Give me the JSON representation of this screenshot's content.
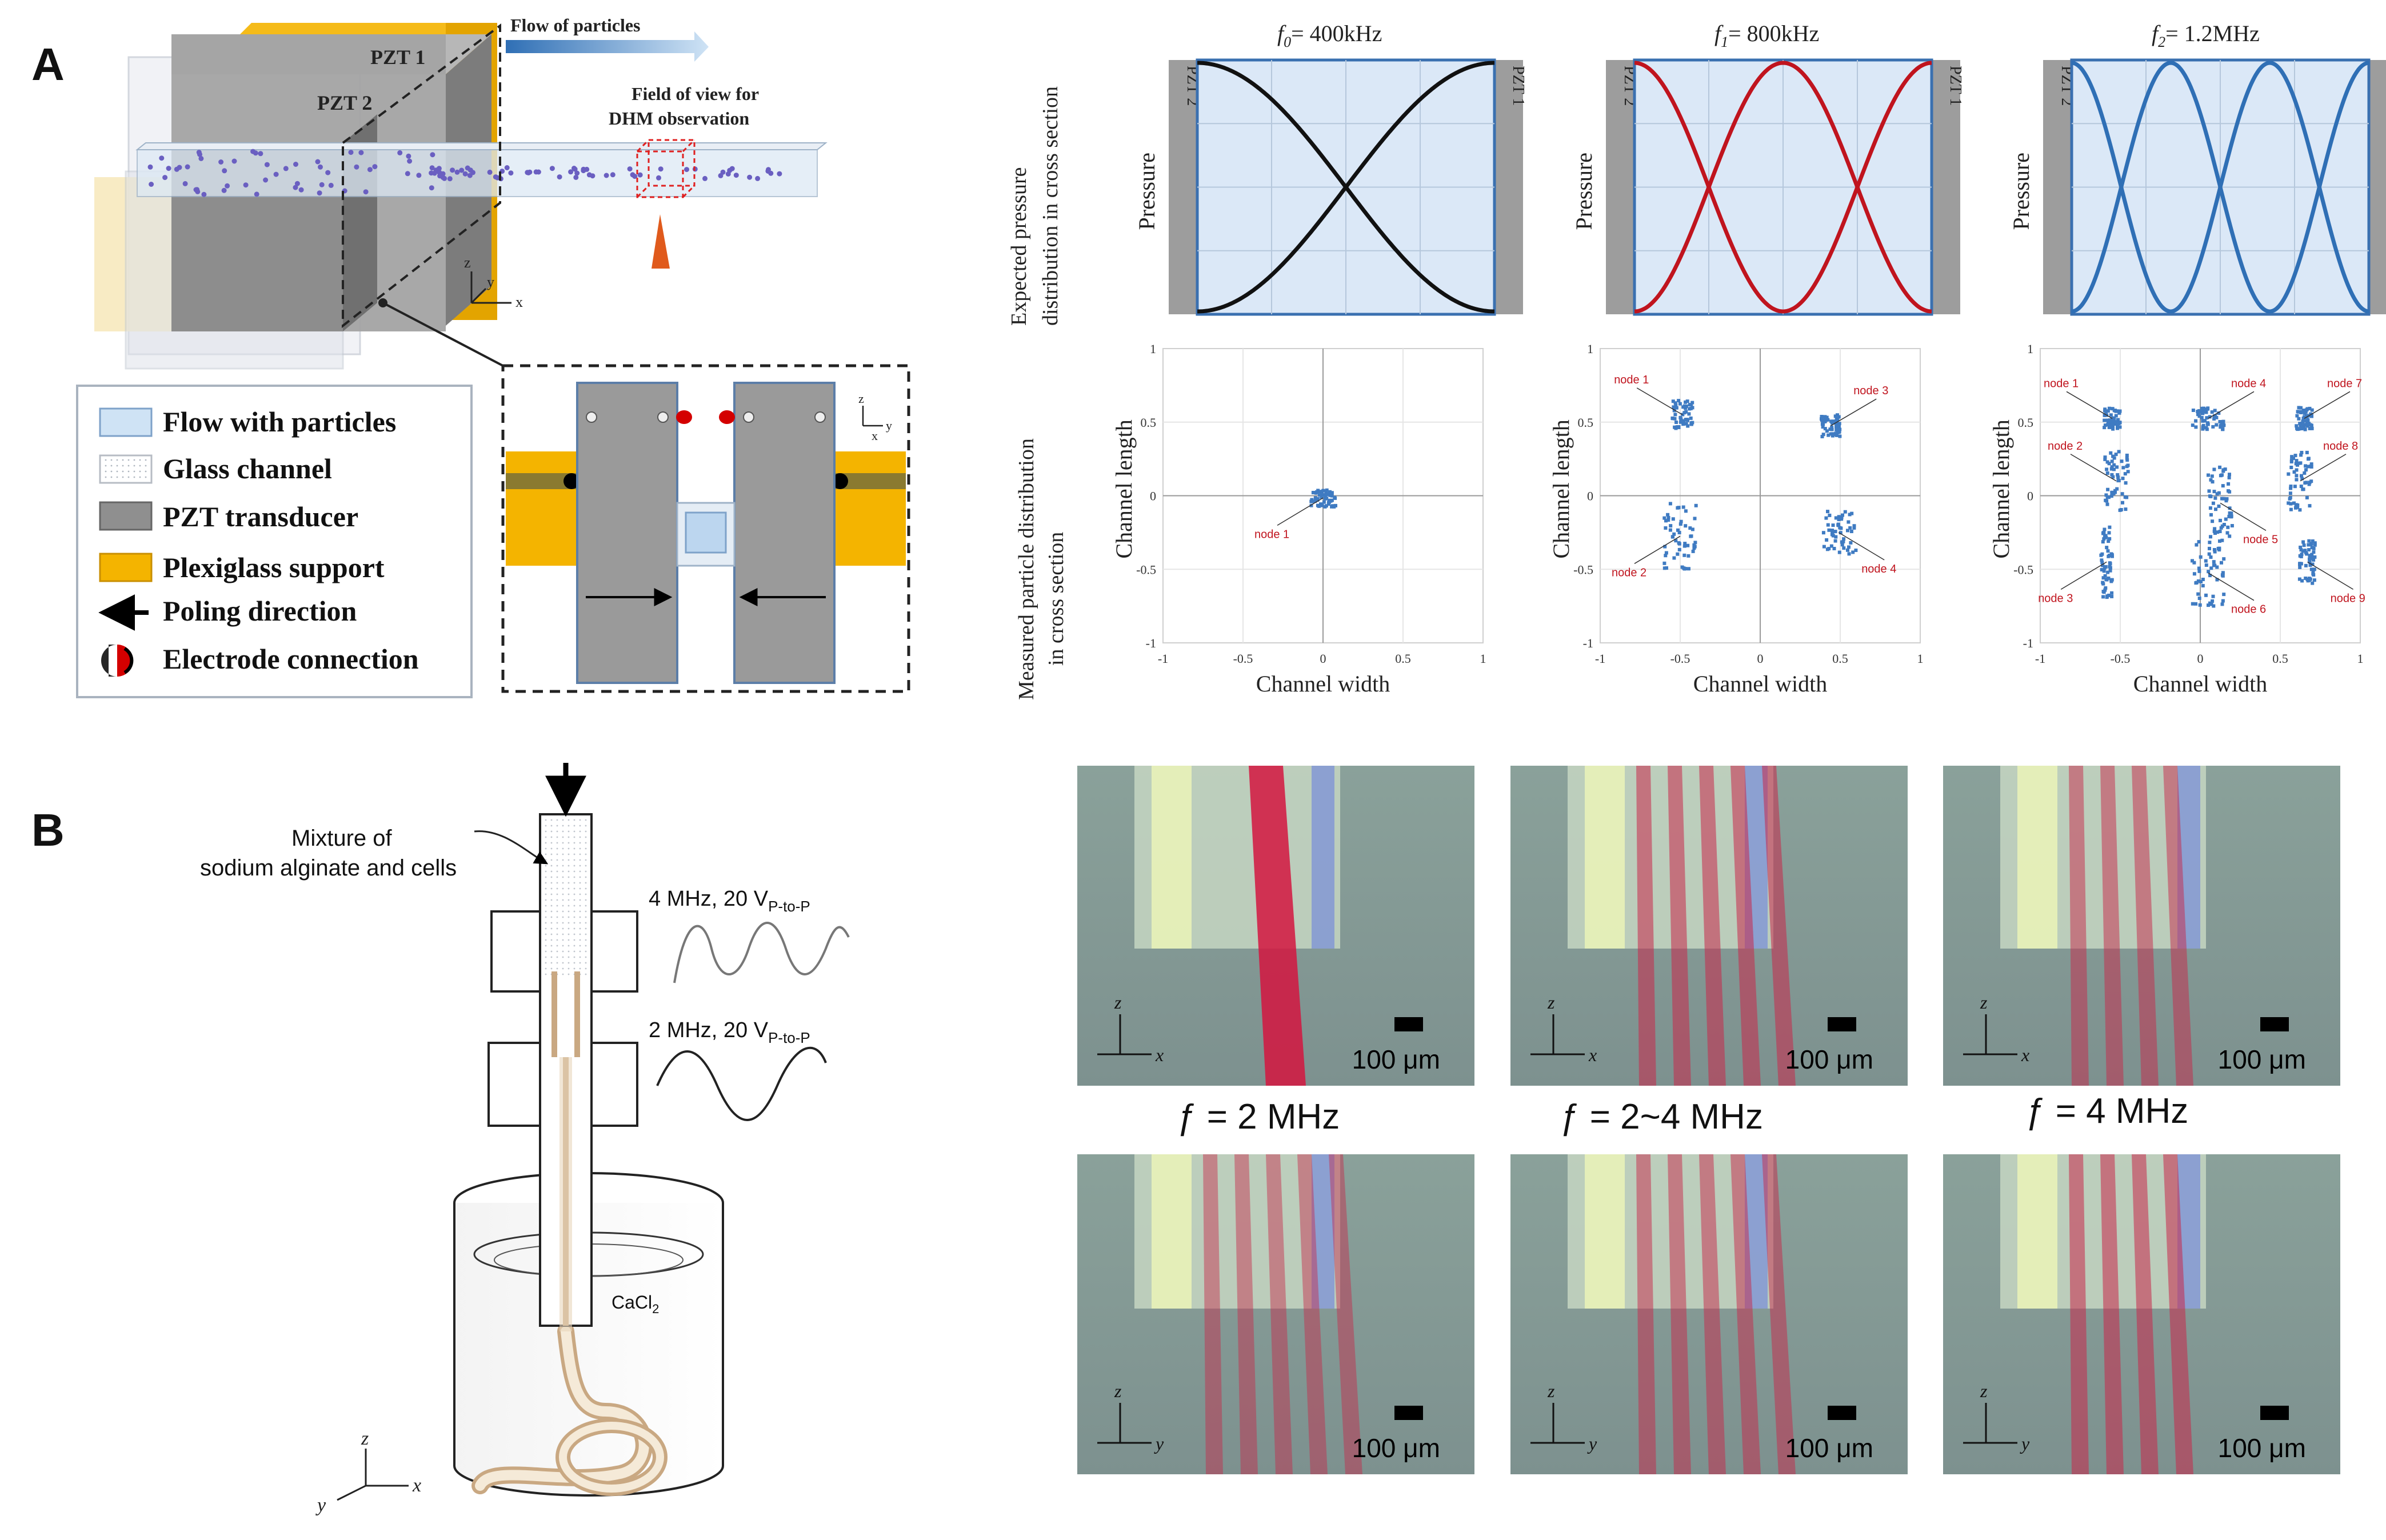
{
  "panel_labels": {
    "a": "A",
    "b": "B"
  },
  "panel_a": {
    "pzt1": "PZT 1",
    "pzt2": "PZT 2",
    "flow_label": "Flow of particles",
    "fov_line1": "Field of view for",
    "fov_line2": "DHM observation",
    "legend": [
      {
        "label": "Flow with particles",
        "color": "#cfe3f5"
      },
      {
        "label": "Glass channel",
        "color": "#f3f5f7"
      },
      {
        "label": "PZT transducer",
        "color": "#8f8f8f"
      },
      {
        "label": "Plexiglass support",
        "color": "#f4b400"
      },
      {
        "label": "Poling direction",
        "color": "#000000"
      },
      {
        "label": "Electrode connection",
        "color": "#d40000"
      }
    ],
    "pressure_row_label_1": "Expected pressure",
    "pressure_row_label_2": "distribution in cross section",
    "measured_row_label_1": "Measured particle distribution",
    "measured_row_label_2": "in cross section",
    "columns": [
      {
        "freq_sub": "0",
        "freq_val": "= 400kHz",
        "color": "#111111"
      },
      {
        "freq_sub": "1",
        "freq_val": "= 800kHz",
        "color": "#c0141e"
      },
      {
        "freq_sub": "2",
        "freq_val": "= 1.2MHz",
        "color": "#2f6fb5"
      }
    ],
    "pressure_ylabel": "Pressure",
    "pzt_left": "PZT 2",
    "pzt_right": "PZT 1",
    "scatter_xlabel": "Channel width",
    "scatter_ylabel": "Channel length",
    "ticks": [
      "-1",
      "-0.5",
      "0",
      "0.5",
      "1"
    ],
    "nodes_col1": [
      "node 1"
    ],
    "nodes_col2": [
      "node 1",
      "node 2",
      "node 3",
      "node 4"
    ],
    "nodes_col3": [
      "node 1",
      "node 2",
      "node 3",
      "node 4",
      "node 5",
      "node 6",
      "node 7",
      "node 8",
      "node 9"
    ]
  },
  "chart_data": [
    {
      "type": "scatter",
      "xlabel": "Channel width",
      "ylabel": "Channel length",
      "xlim": [
        -1,
        1
      ],
      "ylim": [
        -1,
        1
      ],
      "clusters": [
        {
          "name": "node 1",
          "x": [
            -0.08,
            0.08
          ],
          "y": [
            -0.08,
            0.05
          ]
        }
      ]
    },
    {
      "type": "scatter",
      "xlabel": "Channel width",
      "ylabel": "Channel length",
      "xlim": [
        -1,
        1
      ],
      "ylim": [
        -1,
        1
      ],
      "clusters": [
        {
          "name": "node 1",
          "x": [
            -0.55,
            -0.42
          ],
          "y": [
            0.45,
            0.65
          ]
        },
        {
          "name": "node 2",
          "x": [
            -0.6,
            -0.4
          ],
          "y": [
            -0.5,
            -0.05
          ]
        },
        {
          "name": "node 3",
          "x": [
            0.38,
            0.5
          ],
          "y": [
            0.4,
            0.55
          ]
        },
        {
          "name": "node 4",
          "x": [
            0.38,
            0.6
          ],
          "y": [
            -0.4,
            -0.1
          ]
        }
      ]
    },
    {
      "type": "scatter",
      "xlabel": "Channel width",
      "ylabel": "Channel length",
      "xlim": [
        -1,
        1
      ],
      "ylim": [
        -1,
        1
      ],
      "clusters": [
        {
          "name": "node 1",
          "x": [
            -0.6,
            -0.5
          ],
          "y": [
            0.45,
            0.6
          ]
        },
        {
          "name": "node 2",
          "x": [
            -0.6,
            -0.45
          ],
          "y": [
            -0.1,
            0.3
          ]
        },
        {
          "name": "node 3",
          "x": [
            -0.62,
            -0.55
          ],
          "y": [
            -0.7,
            -0.2
          ]
        },
        {
          "name": "node 4",
          "x": [
            -0.05,
            0.15
          ],
          "y": [
            0.45,
            0.6
          ]
        },
        {
          "name": "node 5",
          "x": [
            0.05,
            0.2
          ],
          "y": [
            -0.3,
            0.2
          ]
        },
        {
          "name": "node 6",
          "x": [
            -0.05,
            0.15
          ],
          "y": [
            -0.75,
            -0.3
          ]
        },
        {
          "name": "node 7",
          "x": [
            0.6,
            0.7
          ],
          "y": [
            0.45,
            0.6
          ]
        },
        {
          "name": "node 8",
          "x": [
            0.55,
            0.7
          ],
          "y": [
            -0.1,
            0.3
          ]
        },
        {
          "name": "node 9",
          "x": [
            0.62,
            0.72
          ],
          "y": [
            -0.6,
            -0.3
          ]
        }
      ]
    }
  ],
  "panel_b": {
    "mixture_line1": "Mixture of",
    "mixture_line2": "sodium alginate and cells",
    "sig1_main": "4 MHz, 20 V",
    "sig2_main": "2 MHz, 20 V",
    "sig_sub": "P-to-P",
    "cacl_main": "CaCl",
    "cacl_sub": "2",
    "axis_z": "z",
    "axis_x": "x",
    "axis_y": "y",
    "scale": "100 μm",
    "freq_labels": [
      "ƒ = 2 MHz",
      "ƒ = 2~4 MHz",
      "ƒ = 4 MHz"
    ],
    "photo_top_axis": "x",
    "photo_bottom_axis": "y"
  }
}
